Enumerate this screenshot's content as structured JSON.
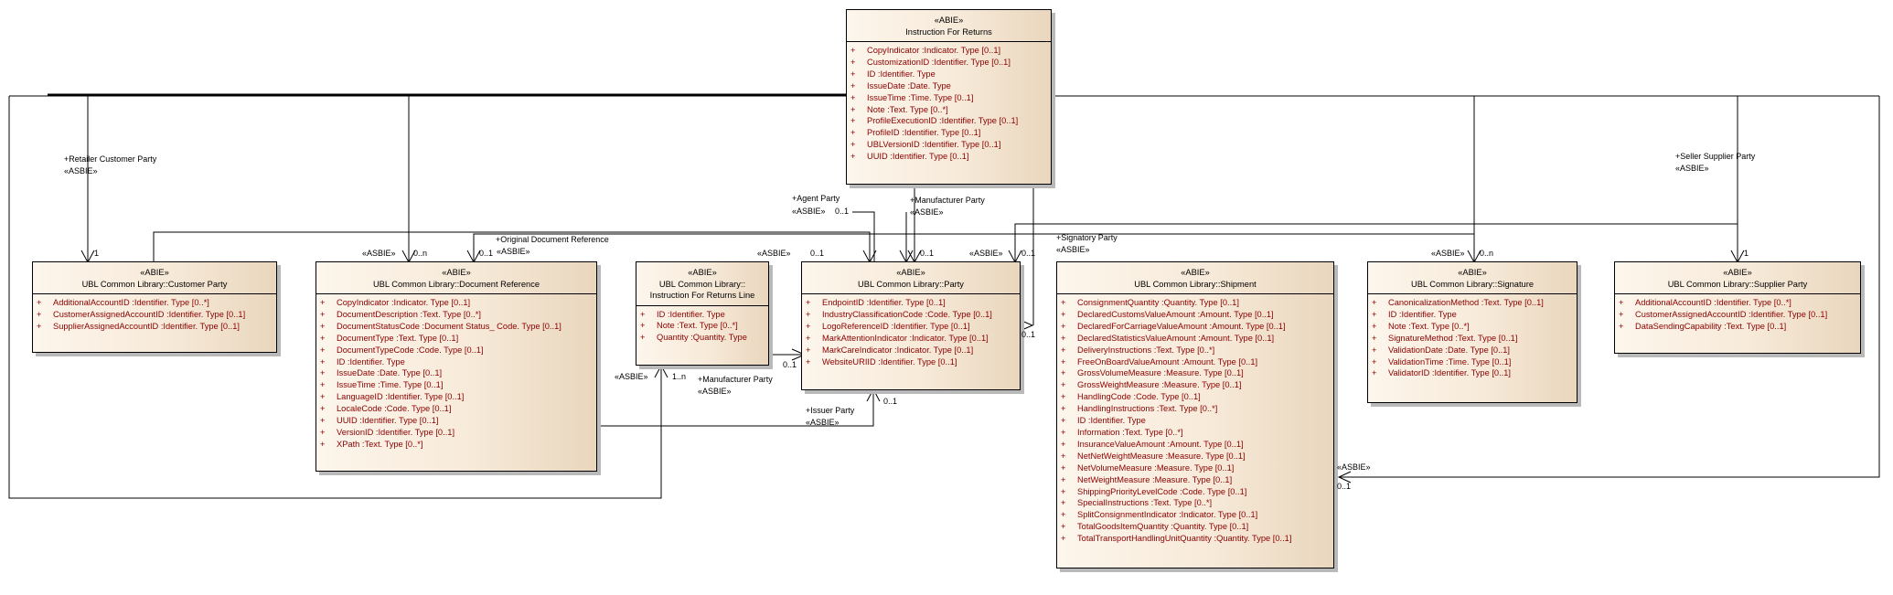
{
  "diagram": {
    "classes": {
      "ifr": {
        "stereotype": "«ABIE»",
        "name": "Instruction For Returns",
        "attributes": [
          {
            "vis": "+",
            "text": "CopyIndicator  :Indicator. Type [0..1]"
          },
          {
            "vis": "+",
            "text": "CustomizationID  :Identifier. Type [0..1]"
          },
          {
            "vis": "+",
            "text": "ID  :Identifier. Type"
          },
          {
            "vis": "+",
            "text": "IssueDate  :Date. Type"
          },
          {
            "vis": "+",
            "text": "IssueTime  :Time. Type [0..1]"
          },
          {
            "vis": "+",
            "text": "Note  :Text. Type [0..*]"
          },
          {
            "vis": "+",
            "text": "ProfileExecutionID  :Identifier. Type [0..1]"
          },
          {
            "vis": "+",
            "text": "ProfileID  :Identifier. Type [0..1]"
          },
          {
            "vis": "+",
            "text": "UBLVersionID  :Identifier. Type [0..1]"
          },
          {
            "vis": "+",
            "text": "UUID  :Identifier. Type [0..1]"
          }
        ]
      },
      "customer": {
        "stereotype": "«ABIE»",
        "name": "UBL Common Library::Customer Party",
        "attributes": [
          {
            "vis": "+",
            "text": "AdditionalAccountID  :Identifier. Type [0..*]"
          },
          {
            "vis": "+",
            "text": "CustomerAssignedAccountID  :Identifier. Type [0..1]"
          },
          {
            "vis": "+",
            "text": "SupplierAssignedAccountID  :Identifier. Type [0..1]"
          }
        ]
      },
      "docref": {
        "stereotype": "«ABIE»",
        "name": "UBL Common Library::Document Reference",
        "attributes": [
          {
            "vis": "+",
            "text": "CopyIndicator  :Indicator. Type [0..1]"
          },
          {
            "vis": "+",
            "text": "DocumentDescription  :Text. Type [0..*]"
          },
          {
            "vis": "+",
            "text": "DocumentStatusCode  :Document Status_ Code. Type [0..1]"
          },
          {
            "vis": "+",
            "text": "DocumentType  :Text. Type [0..1]"
          },
          {
            "vis": "+",
            "text": "DocumentTypeCode  :Code. Type [0..1]"
          },
          {
            "vis": "+",
            "text": "ID  :Identifier. Type"
          },
          {
            "vis": "+",
            "text": "IssueDate  :Date. Type [0..1]"
          },
          {
            "vis": "+",
            "text": "IssueTime  :Time. Type [0..1]"
          },
          {
            "vis": "+",
            "text": "LanguageID  :Identifier. Type [0..1]"
          },
          {
            "vis": "+",
            "text": "LocaleCode  :Code. Type [0..1]"
          },
          {
            "vis": "+",
            "text": "UUID  :Identifier. Type [0..1]"
          },
          {
            "vis": "+",
            "text": "VersionID  :Identifier. Type [0..1]"
          },
          {
            "vis": "+",
            "text": "XPath  :Text. Type [0..*]"
          }
        ]
      },
      "line": {
        "stereotype": "«ABIE»",
        "name_line1": "UBL Common Library::",
        "name_line2": "Instruction For Returns Line",
        "attributes": [
          {
            "vis": "+",
            "text": "ID  :Identifier. Type"
          },
          {
            "vis": "+",
            "text": "Note  :Text. Type [0..*]"
          },
          {
            "vis": "+",
            "text": "Quantity  :Quantity. Type"
          }
        ]
      },
      "party": {
        "stereotype": "«ABIE»",
        "name": "UBL Common Library::Party",
        "attributes": [
          {
            "vis": "+",
            "text": "EndpointID  :Identifier. Type [0..1]"
          },
          {
            "vis": "+",
            "text": "IndustryClassificationCode  :Code. Type [0..1]"
          },
          {
            "vis": "+",
            "text": "LogoReferenceID  :Identifier. Type [0..1]"
          },
          {
            "vis": "+",
            "text": "MarkAttentionIndicator  :Indicator. Type [0..1]"
          },
          {
            "vis": "+",
            "text": "MarkCareIndicator  :Indicator. Type [0..1]"
          },
          {
            "vis": "+",
            "text": "WebsiteURIID  :Identifier. Type [0..1]"
          }
        ]
      },
      "shipment": {
        "stereotype": "«ABIE»",
        "name": "UBL Common Library::Shipment",
        "attributes": [
          {
            "vis": "+",
            "text": "ConsignmentQuantity  :Quantity. Type [0..1]"
          },
          {
            "vis": "+",
            "text": "DeclaredCustomsValueAmount  :Amount. Type [0..1]"
          },
          {
            "vis": "+",
            "text": "DeclaredForCarriageValueAmount  :Amount. Type [0..1]"
          },
          {
            "vis": "+",
            "text": "DeclaredStatisticsValueAmount  :Amount. Type [0..1]"
          },
          {
            "vis": "+",
            "text": "DeliveryInstructions  :Text. Type [0..*]"
          },
          {
            "vis": "+",
            "text": "FreeOnBoardValueAmount  :Amount. Type [0..1]"
          },
          {
            "vis": "+",
            "text": "GrossVolumeMeasure  :Measure. Type [0..1]"
          },
          {
            "vis": "+",
            "text": "GrossWeightMeasure  :Measure. Type [0..1]"
          },
          {
            "vis": "+",
            "text": "HandlingCode  :Code. Type [0..1]"
          },
          {
            "vis": "+",
            "text": "HandlingInstructions  :Text. Type [0..*]"
          },
          {
            "vis": "+",
            "text": "ID  :Identifier. Type"
          },
          {
            "vis": "+",
            "text": "Information  :Text. Type [0..*]"
          },
          {
            "vis": "+",
            "text": "InsuranceValueAmount  :Amount. Type [0..1]"
          },
          {
            "vis": "+",
            "text": "NetNetWeightMeasure  :Measure. Type [0..1]"
          },
          {
            "vis": "+",
            "text": "NetVolumeMeasure  :Measure. Type [0..1]"
          },
          {
            "vis": "+",
            "text": "NetWeightMeasure  :Measure. Type [0..1]"
          },
          {
            "vis": "+",
            "text": "ShippingPriorityLevelCode  :Code. Type [0..1]"
          },
          {
            "vis": "+",
            "text": "SpecialInstructions  :Text. Type [0..*]"
          },
          {
            "vis": "+",
            "text": "SplitConsignmentIndicator  :Indicator. Type [0..1]"
          },
          {
            "vis": "+",
            "text": "TotalGoodsItemQuantity  :Quantity. Type [0..1]"
          },
          {
            "vis": "+",
            "text": "TotalTransportHandlingUnitQuantity  :Quantity. Type [0..1]"
          }
        ]
      },
      "signature": {
        "stereotype": "«ABIE»",
        "name": "UBL Common Library::Signature",
        "attributes": [
          {
            "vis": "+",
            "text": "CanonicalizationMethod  :Text. Type [0..1]"
          },
          {
            "vis": "+",
            "text": "ID  :Identifier. Type"
          },
          {
            "vis": "+",
            "text": "Note  :Text. Type [0..*]"
          },
          {
            "vis": "+",
            "text": "SignatureMethod  :Text. Type [0..1]"
          },
          {
            "vis": "+",
            "text": "ValidationDate  :Date. Type [0..1]"
          },
          {
            "vis": "+",
            "text": "ValidationTime  :Time. Type [0..1]"
          },
          {
            "vis": "+",
            "text": "ValidatorID  :Identifier. Type [0..1]"
          }
        ]
      },
      "supplier": {
        "stereotype": "«ABIE»",
        "name": "UBL Common Library::Supplier Party",
        "attributes": [
          {
            "vis": "+",
            "text": "AdditionalAccountID  :Identifier. Type [0..*]"
          },
          {
            "vis": "+",
            "text": "CustomerAssignedAccountID  :Identifier. Type [0..1]"
          },
          {
            "vis": "+",
            "text": "DataSendingCapability  :Text. Type [0..1]"
          }
        ]
      }
    },
    "labels": {
      "retailer_role": "+Retailer Customer Party",
      "retailer_stereo": "«ASBIE»",
      "retailer_mult": "1",
      "docref_stereo": "«ASBIE»",
      "docref_mult": "0..n",
      "orig_docref_role": "+Original Document Reference",
      "orig_docref_stereo": "«ASBIE»",
      "orig_docref_mult": "0..1",
      "line_stereo": "«ASBIE»",
      "line_mult": "1..n",
      "line_party_mult": "0..1",
      "line_manufacturer_role": "+Manufacturer Party",
      "line_manufacturer_stereo": "«ASBIE»",
      "party_left_stereo": "«ASBIE»",
      "party_left_mult": "0..1",
      "agent_role": "+Agent Party",
      "agent_stereo": "«ASBIE»",
      "agent_mult": "0..1",
      "manufacturer_role": "+Manufacturer Party",
      "manufacturer_stereo": "«ASBIE»",
      "manufacturer_mult": "0..1",
      "party_right_stereo": "«ASBIE»",
      "party_right_mult": "0..1",
      "party_side_mult": "0..1",
      "signatory_role": "+Signatory Party",
      "signatory_stereo": "«ASBIE»",
      "issuer_role": "+Issuer Party",
      "issuer_stereo": "«ASBIE»",
      "issuer_mult": "0..1",
      "signature_stereo": "«ASBIE»",
      "signature_mult": "0..n",
      "seller_role": "+Seller Supplier Party",
      "seller_stereo": "«ASBIE»",
      "seller_mult": "1",
      "shipment_stereo": "«ASBIE»",
      "shipment_mult": "0..1"
    }
  }
}
